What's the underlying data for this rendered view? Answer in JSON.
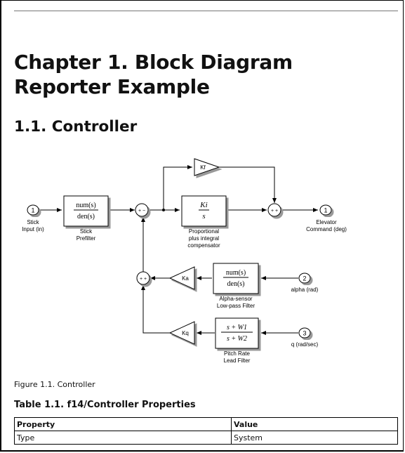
{
  "chapter_title": "Chapter 1. Block Diagram Reporter Example",
  "section_title": "1.1. Controller",
  "figure_caption": "Figure 1.1. Controller",
  "table_title": "Table 1.1. f14/Controller Properties",
  "table": {
    "headers": [
      "Property",
      "Value"
    ],
    "rows": [
      [
        "Type",
        "System"
      ]
    ]
  },
  "diagram": {
    "ports": {
      "in1": {
        "number": "1",
        "label_1": "Stick",
        "label_2": "Input (in)"
      },
      "in2": {
        "number": "2",
        "label_1": "alpha (rad)"
      },
      "in3": {
        "number": "3",
        "label_1": "q (rad/sec)"
      },
      "out1": {
        "number": "1",
        "label_1": "Elevator",
        "label_2": "Command (deg)"
      }
    },
    "blocks": {
      "prefilter": {
        "num": "num(s)",
        "den": "den(s)",
        "label_1": "Stick",
        "label_2": "Prefilter"
      },
      "kf": {
        "gain": "Kf"
      },
      "pi": {
        "num": "Ki",
        "den": "s",
        "label_1": "Proportional",
        "label_2": "plus integral",
        "label_3": "compensator"
      },
      "alpha_filter": {
        "num": "num(s)",
        "den": "den(s)",
        "label_1": "Alpha-sensor",
        "label_2": "Low-pass Filter"
      },
      "ka": {
        "gain": "Ka"
      },
      "lead_filter": {
        "num": "s + W1",
        "den": "s + W2",
        "label_1": "Pitch Rate",
        "label_2": "Lead Filter"
      },
      "kq": {
        "gain": "Kq"
      }
    },
    "sums": {
      "sum1_signs": "+ −",
      "sum2_signs": "+ +",
      "sum3_signs": "+ +"
    }
  }
}
